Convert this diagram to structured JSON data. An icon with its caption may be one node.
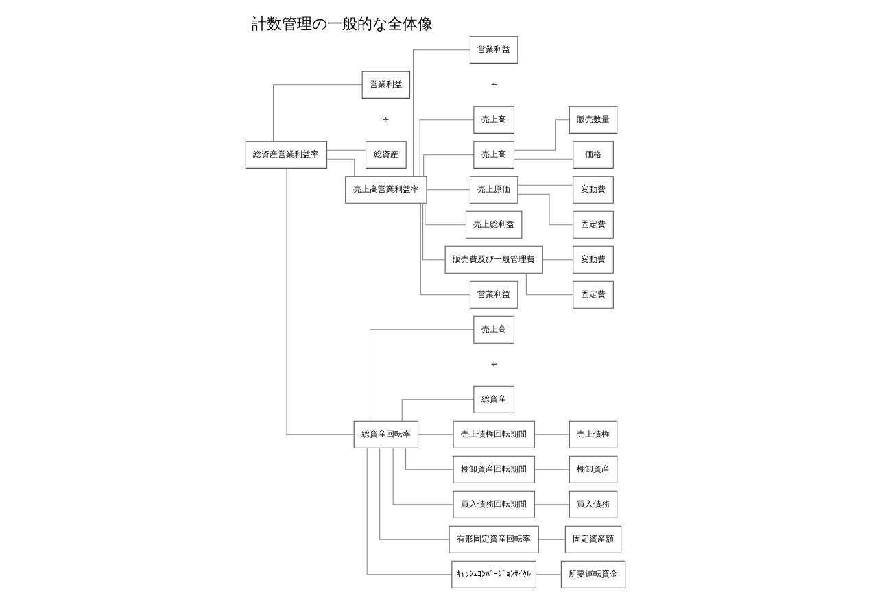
{
  "diagram": {
    "title": "計数管理の一般的な全体像",
    "nodes": [
      {
        "text": [
          "総資産営業利益率"
        ]
      },
      {
        "text": [
          "営業利益"
        ]
      },
      {
        "text": [
          "総資産"
        ]
      },
      {
        "text": [
          "売上高営業利益率"
        ]
      },
      {
        "text": [
          "営業利益"
        ]
      },
      {
        "text": [
          "売上高"
        ]
      },
      {
        "text": [
          "総資産回転率"
        ]
      },
      {
        "text": [
          "売上高"
        ]
      },
      {
        "text": [
          "総資産"
        ]
      },
      {
        "text": [
          "売上高"
        ]
      },
      {
        "text": [
          "販売数量"
        ]
      },
      {
        "text": [
          "価格"
        ]
      },
      {
        "text": [
          "売上原価"
        ]
      },
      {
        "text": [
          "変動費"
        ]
      },
      {
        "text": [
          "固定費"
        ]
      },
      {
        "text": [
          "売上総利益"
        ]
      },
      {
        "text": [
          "販売費及び一般管理費"
        ]
      },
      {
        "text": [
          "変動費"
        ]
      },
      {
        "text": [
          "固定費"
        ]
      },
      {
        "text": [
          "営業利益"
        ]
      },
      {
        "text": [
          "売上債権回転期間"
        ]
      },
      {
        "text": [
          "売上債権"
        ]
      },
      {
        "text": [
          "棚卸資産回転期間"
        ]
      },
      {
        "text": [
          "棚卸資産"
        ]
      },
      {
        "text": [
          "買入債務回転期間"
        ]
      },
      {
        "text": [
          "買入債務"
        ]
      },
      {
        "text": [
          "有形固定資産回転率"
        ]
      },
      {
        "text": [
          "固定資産額"
        ]
      },
      {
        "text": [
          "ｷｬｯｼｭｺﾝﾊﾞｰｼﾞｮﾝｻｲｸﾙ"
        ]
      },
      {
        "text": [
          "所要運転資金"
        ]
      }
    ],
    "edges": [
      {
        "from": 0,
        "to": 1,
        "arrow": "none"
      },
      {
        "from": 0,
        "to": 2,
        "arrow": "none"
      },
      {
        "from": 0,
        "to": 3,
        "arrow": "none"
      },
      {
        "from": 0,
        "to": 6,
        "arrow": "none"
      },
      {
        "from": 3,
        "to": 4,
        "arrow": "none"
      },
      {
        "from": 3,
        "to": 5,
        "arrow": "none"
      },
      {
        "from": 6,
        "to": 7,
        "arrow": "none"
      },
      {
        "from": 6,
        "to": 8,
        "arrow": "none"
      },
      {
        "from": 3,
        "to": 9,
        "arrow": "none"
      },
      {
        "from": 3,
        "to": 12,
        "arrow": "none"
      },
      {
        "from": 3,
        "to": 15,
        "arrow": "none"
      },
      {
        "from": 3,
        "to": 16,
        "arrow": "none"
      },
      {
        "from": 3,
        "to": 19,
        "arrow": "none"
      },
      {
        "from": 9,
        "to": 10,
        "arrow": "none"
      },
      {
        "from": 9,
        "to": 11,
        "arrow": "none"
      },
      {
        "from": 12,
        "to": 13,
        "arrow": "none"
      },
      {
        "from": 12,
        "to": 14,
        "arrow": "none"
      },
      {
        "from": 16,
        "to": 17,
        "arrow": "none"
      },
      {
        "from": 16,
        "to": 18,
        "arrow": "none"
      },
      {
        "from": 6,
        "to": 20,
        "arrow": "none"
      },
      {
        "from": 20,
        "to": 21,
        "arrow": "none"
      },
      {
        "from": 6,
        "to": 22,
        "arrow": "none"
      },
      {
        "from": 22,
        "to": 23,
        "arrow": "none"
      },
      {
        "from": 6,
        "to": 24,
        "arrow": "none"
      },
      {
        "from": 24,
        "to": 25,
        "arrow": "none"
      },
      {
        "from": 6,
        "to": 26,
        "arrow": "none"
      },
      {
        "from": 26,
        "to": 27,
        "arrow": "none"
      },
      {
        "from": 6,
        "to": 28,
        "arrow": "none"
      },
      {
        "from": 28,
        "to": 29,
        "arrow": "none"
      }
    ],
    "labels": [
      "÷",
      "÷",
      "÷"
    ]
  }
}
